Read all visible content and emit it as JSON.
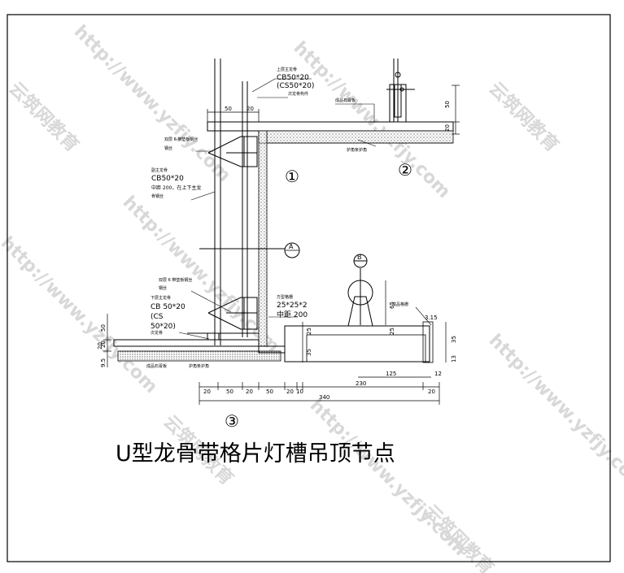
{
  "title": "U型龙骨带格片灯槽吊顶节点",
  "watermark": {
    "url": "http://www.yzfjy.com",
    "brand": "云筑网教育"
  },
  "callouts": {
    "c1": "①",
    "c2": "②",
    "c3": "③",
    "axis_a": "A",
    "axis_b": "B"
  },
  "annotations": {
    "top_keel_1": "上层主龙骨",
    "top_keel_2": "CB50*20",
    "top_keel_3": "(CS50*20)",
    "top_small": "次龙骨构件",
    "top_right_note": "成品石膏板",
    "left_upper_1": "双层 6 带垫板钢丝",
    "left_upper_2": "钢丝",
    "left_mid_0": "副主龙骨",
    "left_mid_1": "CB50*20",
    "left_mid_2": "中距 200，在上下主龙",
    "left_mid_3": "骨钢丝",
    "left_lower_1": "双层 6 带垫板钢丝",
    "left_lower_2": "钢丝",
    "left_lower_3": "下层主龙骨",
    "left_lower_4": "CB  50*20",
    "left_lower_5": "(CS",
    "left_lower_6": "50*20)",
    "left_lower_7": "次龙骨",
    "center_1": "方型格栅",
    "center_2": "25*25*2",
    "center_3": "中距 200",
    "corner_note": "护角条护角",
    "right_note": "成品格栅",
    "bottom_note_1": "成品石膏板",
    "bottom_note_2": "护角条护角"
  },
  "dims": {
    "d50_top": "50",
    "d20_top": "20",
    "d50_right": "50",
    "d20_right": "20",
    "left_20": "20",
    "left_50": "50",
    "left_9": "9.5",
    "left_20b": "20",
    "b_20": "20",
    "b_50": "50",
    "b_20b": "20",
    "b_50b": "50",
    "b_20c": "20",
    "b_10": "10",
    "b_230": "230",
    "b_125": "125",
    "b_12": "12",
    "b_20d": "20",
    "b_340": "340",
    "v_25": "25",
    "v_35": "35",
    "v_25b": "25",
    "v_65": "65",
    "v_35r": "35",
    "v_13": "13",
    "v_315": "3.15"
  }
}
